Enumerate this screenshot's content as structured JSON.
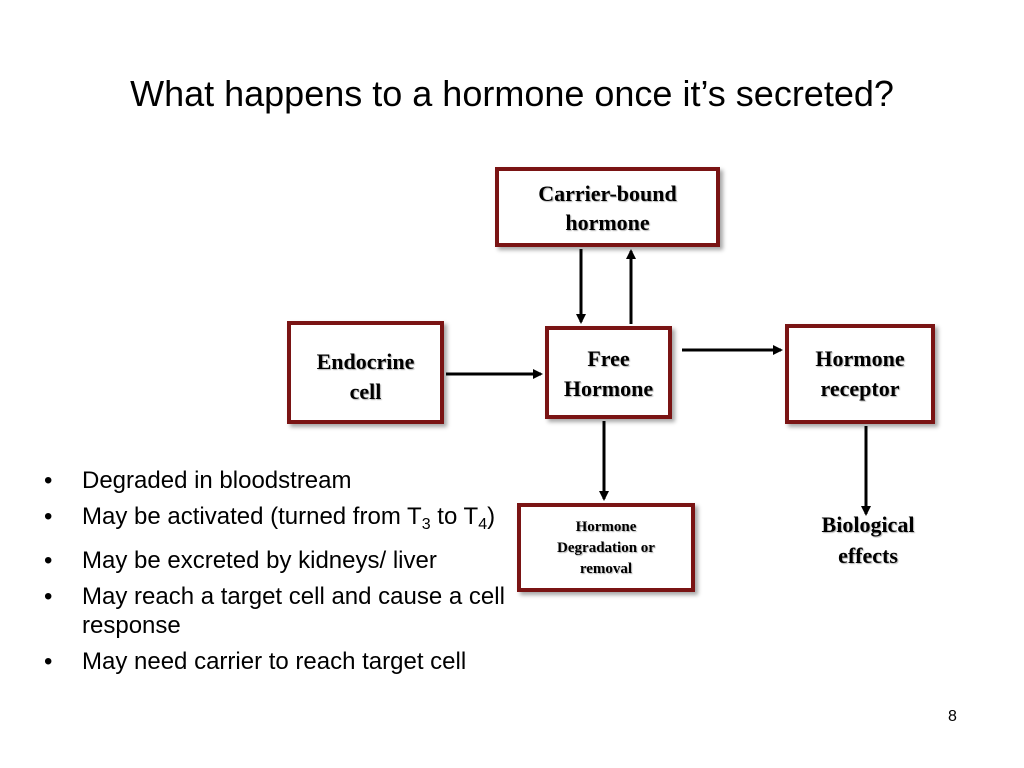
{
  "slide": {
    "title": "What happens to a hormone once it’s secreted?",
    "page_number": "8"
  },
  "diagram": {
    "carrier_bound": [
      "Carrier-bound",
      "hormone"
    ],
    "endocrine_cell": [
      "Endocrine",
      "cell"
    ],
    "free_hormone": [
      "Free",
      "Hormone"
    ],
    "hormone_receptor": [
      "Hormone",
      "receptor"
    ],
    "degradation": [
      "Hormone",
      "Degradation or",
      "removal"
    ],
    "biological_effects": [
      "Biological",
      "effects"
    ]
  },
  "bullets": {
    "items": [
      {
        "text": "Degraded in bloodstream"
      },
      {
        "text_before": "May be activated (turned from T",
        "sub1": "3",
        "text_mid": " to T",
        "sub2": "4",
        "text_after": ")"
      },
      {
        "text": "May be excreted by kidneys/ liver"
      },
      {
        "text": "May reach a target cell and cause a cell response"
      },
      {
        "text": "May need carrier to reach target cell"
      }
    ]
  },
  "colors": {
    "box_border": "#7a1414",
    "arrow": "#000000"
  }
}
